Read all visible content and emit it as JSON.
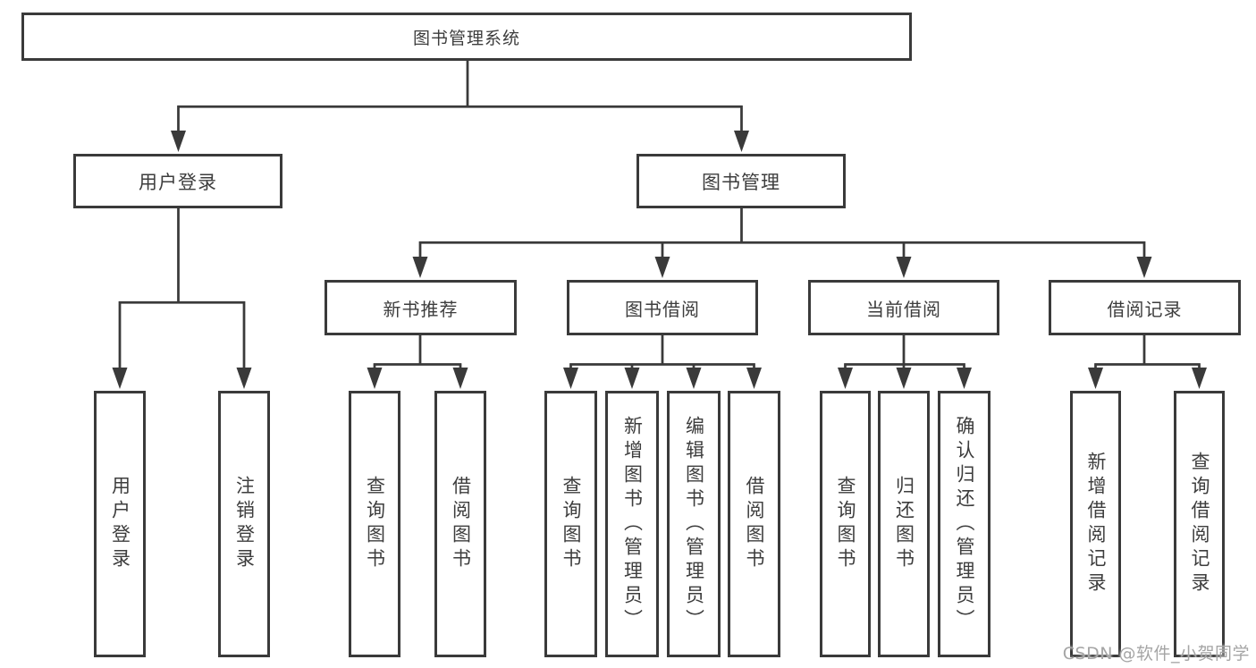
{
  "colors": {
    "line": "#3a3a3a",
    "box_border": "#3a3a3a",
    "text": "#3d3d3d",
    "background": "#ffffff",
    "watermark": "#a5a5a5"
  },
  "watermark": "CSDN @软件_小贺同学",
  "tree": {
    "root": "图书管理系统",
    "branches": [
      {
        "label": "用户登录",
        "leaves": [
          "用户登录",
          "注销登录"
        ]
      },
      {
        "label": "图书管理",
        "modules": [
          {
            "label": "新书推荐",
            "leaves": [
              "查询图书",
              "借阅图书"
            ]
          },
          {
            "label": "图书借阅",
            "leaves": [
              "查询图书",
              "新增图书（管理员）",
              "编辑图书（管理员）",
              "借阅图书"
            ]
          },
          {
            "label": "当前借阅",
            "leaves": [
              "查询图书",
              "归还图书",
              "确认归还（管理员）"
            ]
          },
          {
            "label": "借阅记录",
            "leaves": [
              "新增借阅记录",
              "查询借阅记录"
            ]
          }
        ]
      }
    ]
  }
}
